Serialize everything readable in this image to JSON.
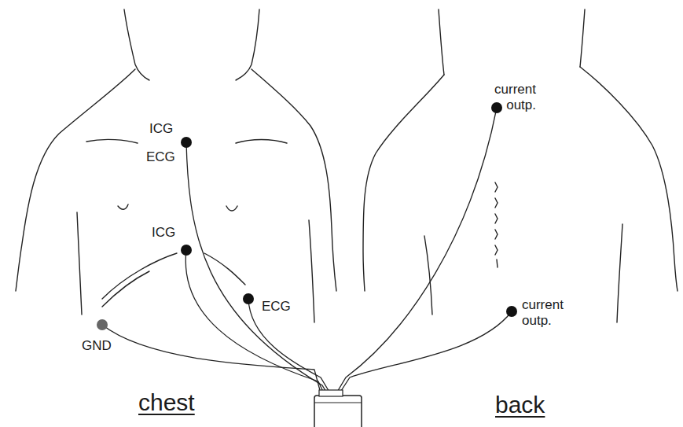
{
  "diagram": {
    "labels": [
      "ICG",
      "ECG",
      "ICG",
      "ECG",
      "GND",
      "current outp.",
      "current outp.",
      "chest",
      "back"
    ]
  }
}
